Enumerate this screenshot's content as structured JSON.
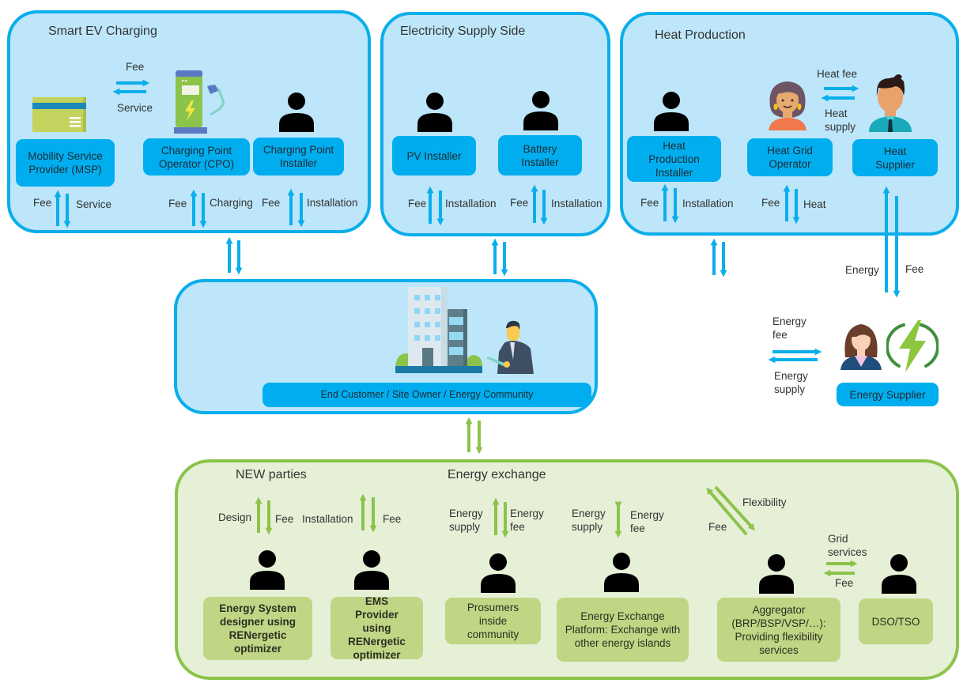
{
  "colors": {
    "blue_accent": "#0aaeea",
    "blue_panel_bg": "#bde6fa",
    "blue_role_bg": "#00aeef",
    "green_accent": "#8cc34b",
    "green_panel_bg": "#e6f0d6",
    "green_role_bg": "#c0d684"
  },
  "panels": {
    "smart_ev": {
      "title": "Smart EV Charging",
      "roles": {
        "msp": "Mobility Service Provider (MSP)",
        "cpo": "Charging Point Operator (CPO)",
        "installer": "Charging Point Installer"
      },
      "flows": {
        "msp_cpo_top": "Fee",
        "msp_cpo_bottom": "Service",
        "msp_up": "Fee",
        "msp_down": "Service",
        "cpo_up": "Fee",
        "cpo_down": "Charging",
        "inst_up": "Fee",
        "inst_down": "Installation"
      }
    },
    "electricity_supply": {
      "title": "Electricity Supply Side",
      "roles": {
        "pv": "PV Installer",
        "battery": "Battery Installer"
      },
      "flows": {
        "pv_up": "Fee",
        "pv_down": "Installation",
        "bat_up": "Fee",
        "bat_down": "Installation"
      }
    },
    "heat_production": {
      "title": "Heat Production",
      "roles": {
        "installer": "Heat Production Installer",
        "grid_operator": "Heat Grid Operator",
        "supplier": "Heat Supplier"
      },
      "flows": {
        "inst_up": "Fee",
        "inst_down": "Installation",
        "grid_up": "Fee",
        "grid_down": "Heat",
        "grid_supplier_top": "Heat fee",
        "grid_supplier_bottom": "Heat supply"
      }
    },
    "end_customer": {
      "role": "End Customer / Site Owner / Energy Community"
    },
    "energy_supplier": {
      "role": "Energy Supplier",
      "flows": {
        "from_heat_left": "Energy",
        "from_heat_right": "Fee",
        "customer_top": "Energy fee",
        "customer_bottom": "Energy supply"
      }
    },
    "new_parties": {
      "title": "NEW parties",
      "subtitle": "Energy exchange",
      "roles": {
        "designer": "Energy System designer using RENergetic optimizer",
        "ems": "EMS Provider using RENergetic optimizer",
        "prosumers": "Prosumers inside community",
        "exchange": "Energy Exchange Platform: Exchange with other energy islands",
        "aggregator": "Aggregator (BRP/BSP/VSP/…): Providing flexibility services",
        "dso": "DSO/TSO"
      },
      "flows": {
        "designer_left": "Design",
        "designer_right": "Fee",
        "ems_left": "Installation",
        "ems_right": "Fee",
        "prosumers_left": "Energy supply",
        "prosumers_right": "Energy fee",
        "exchange_left": "Energy supply",
        "exchange_right": "Energy fee",
        "aggregator_top": "Flexibility",
        "aggregator_bottom": "Fee",
        "dso_top": "Grid services",
        "dso_bottom": "Fee"
      }
    }
  },
  "icons": {
    "person": "person-silhouette-icon",
    "card": "payment-card-icon",
    "charger": "ev-charger-icon",
    "building": "office-building-icon",
    "businessman": "businessman-icon",
    "woman": "woman-avatar-icon",
    "man": "man-avatar-icon",
    "lightning": "lightning-circle-icon"
  }
}
